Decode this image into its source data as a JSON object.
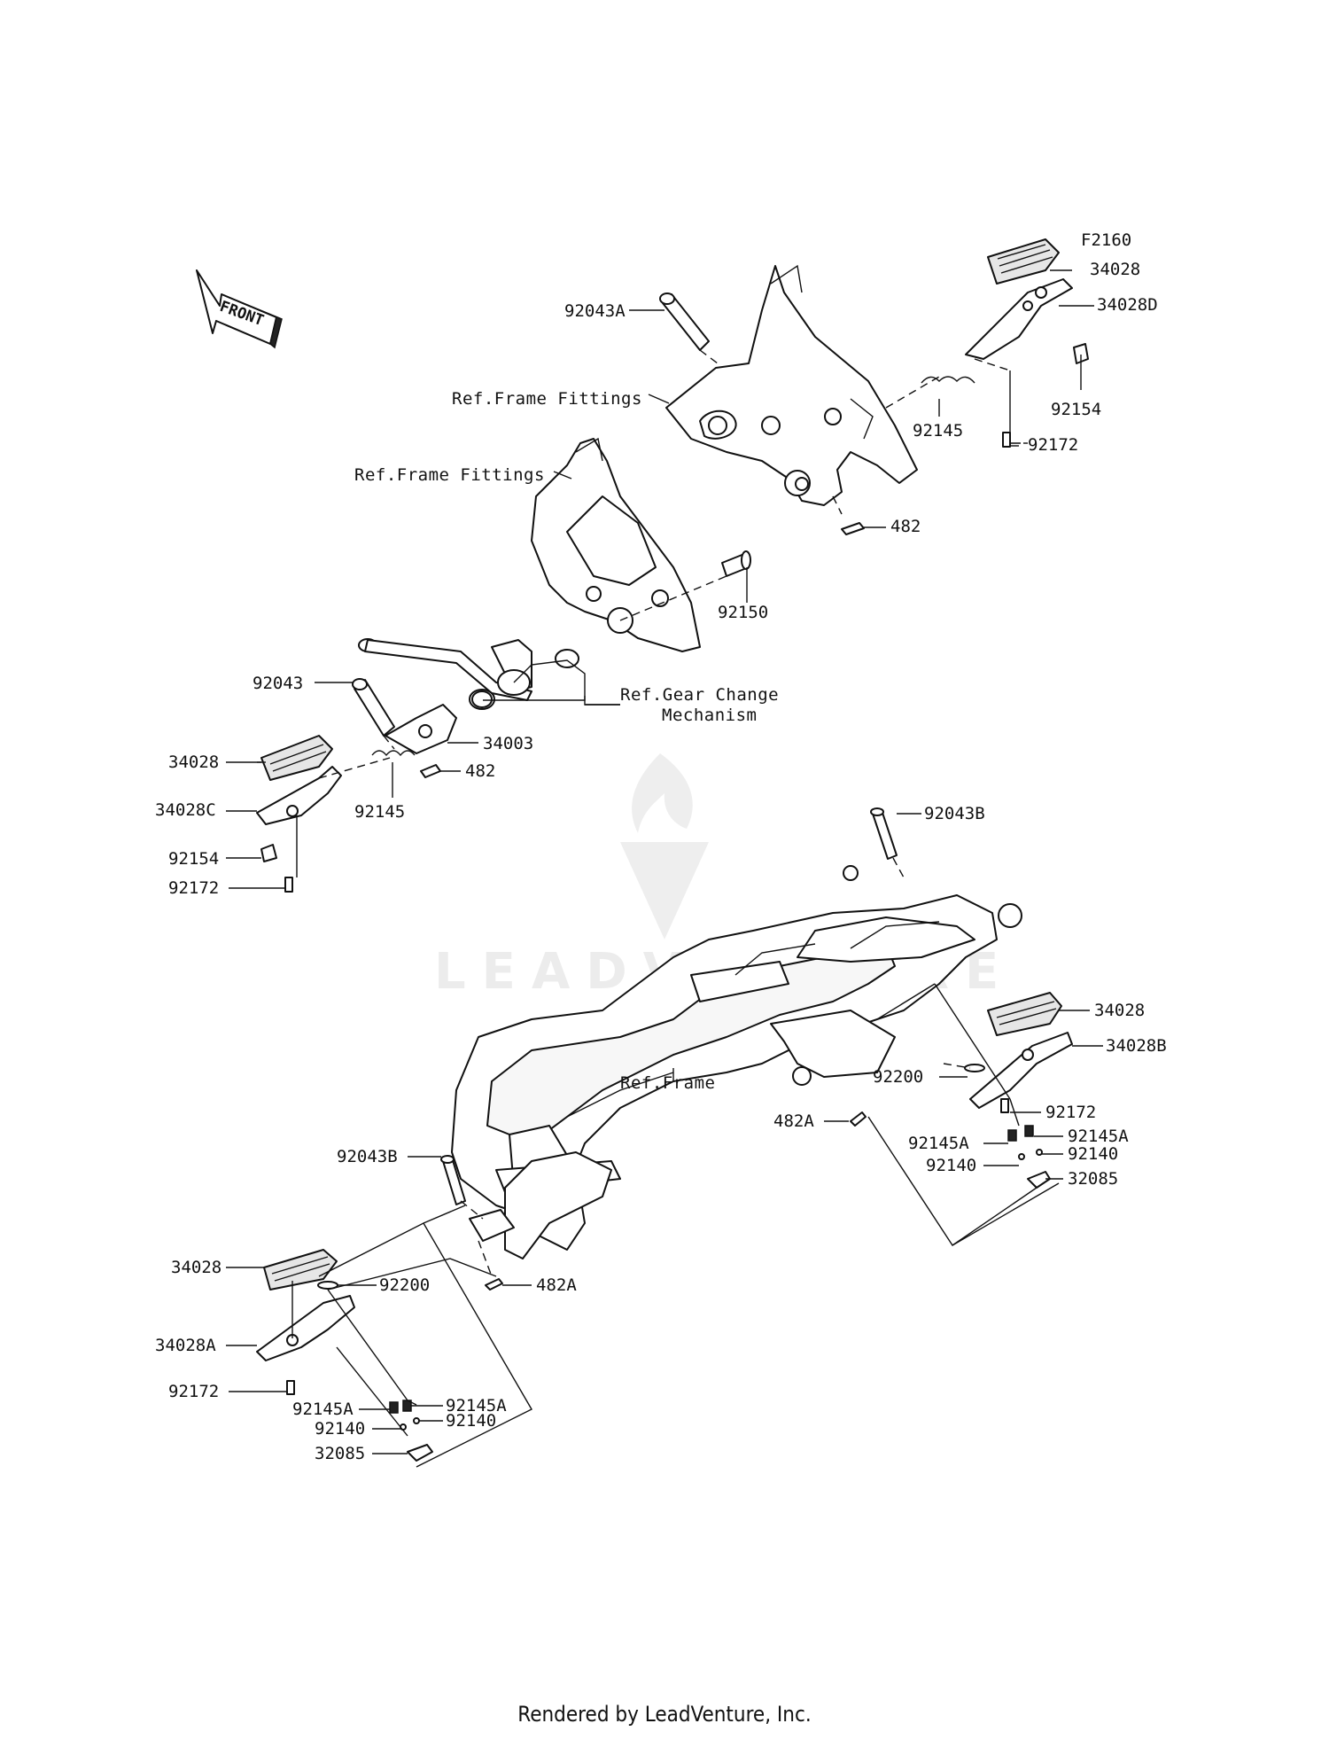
{
  "diagram_code": "F2160",
  "front_arrow_label": "FRONT",
  "watermark_text": "LEADVENTURE",
  "footer": "Rendered by LeadVenture, Inc.",
  "refs": {
    "frame_fittings_1": "Ref.Frame Fittings",
    "frame_fittings_2": "Ref.Frame Fittings",
    "gear_change_line1": "Ref.Gear Change",
    "gear_change_line2": "Mechanism",
    "frame": "Ref.Frame"
  },
  "labels": {
    "p34028_tr": "34028",
    "p34028d": "34028D",
    "p92043a": "92043A",
    "p92154_tr": "92154",
    "p92145_tr": "92145",
    "p92172_tr": "92172",
    "p482_tr": "482",
    "p92150": "92150",
    "p92043": "92043",
    "p34003": "34003",
    "p482_l": "482",
    "p34028_l": "34028",
    "p34028c": "34028C",
    "p92145_l": "92145",
    "p92154_l": "92154",
    "p92172_l": "92172",
    "p92043b_t": "92043B",
    "p34028_r": "34028",
    "p34028b": "34028B",
    "p92200_r": "92200",
    "p92172_r": "92172",
    "p482a_r": "482A",
    "p92145a_r1": "92145A",
    "p92145a_r2": "92145A",
    "p92140_r1": "92140",
    "p92140_r2": "92140",
    "p32085_r": "32085",
    "p92043b_l": "92043B",
    "p34028_bl": "34028",
    "p92200_bl": "92200",
    "p482a_bl": "482A",
    "p34028a": "34028A",
    "p92172_bl": "92172",
    "p92145a_bl1": "92145A",
    "p92145a_bl2": "92145A",
    "p92140_bl1": "92140",
    "p92140_bl2": "92140",
    "p32085_bl": "32085"
  }
}
